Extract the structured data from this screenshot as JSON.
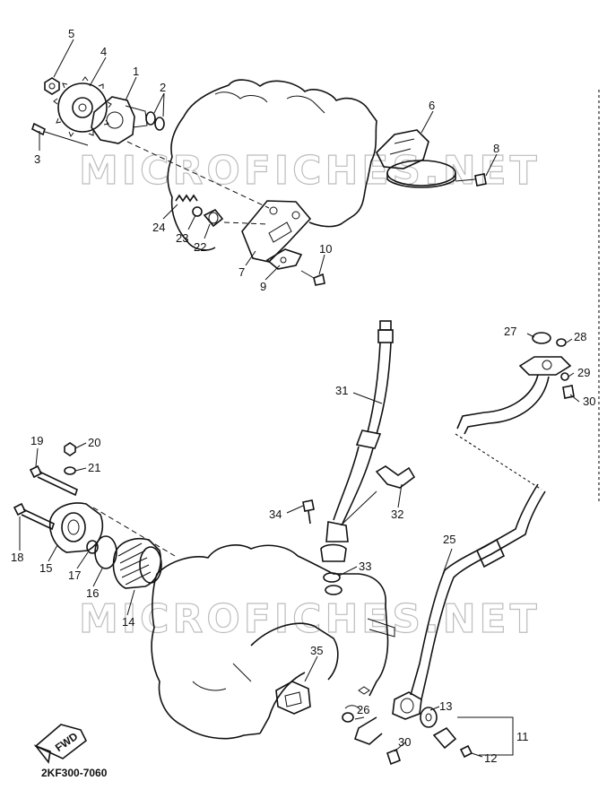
{
  "watermark": "MICROFICHES.NET",
  "figure_code": "2KF300-7060",
  "front_arrow": "FWD",
  "labels": {
    "p1": "1",
    "p2": "2",
    "p3": "3",
    "p4": "4",
    "p5": "5",
    "p6": "6",
    "p7": "7",
    "p8": "8",
    "p9": "9",
    "p10": "10",
    "p11": "11",
    "p12": "12",
    "p13": "13",
    "p14": "14",
    "p15": "15",
    "p16": "16",
    "p17": "17",
    "p18": "18",
    "p19": "19",
    "p20": "20",
    "p21": "21",
    "p22": "22",
    "p23": "23",
    "p24": "24",
    "p25": "25",
    "p26": "26",
    "p27": "27",
    "p28": "28",
    "p29": "29",
    "p30a": "30",
    "p30b": "30",
    "p31": "31",
    "p32": "32",
    "p33": "33",
    "p34": "34",
    "p35": "35"
  }
}
